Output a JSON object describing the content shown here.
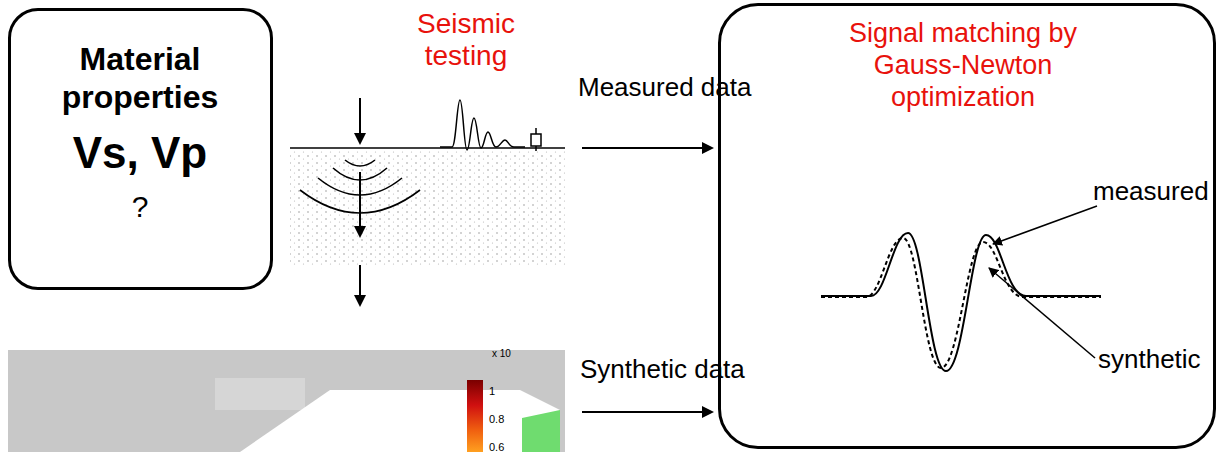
{
  "diagram": {
    "nodes": [
      {
        "text": [
          "Material properties",
          "Vs, Vp",
          "?"
        ]
      },
      {
        "text": [
          "Signal matching by Gauss-Newton optimization",
          "measured",
          "synthetic"
        ]
      }
    ],
    "labels": [
      "Seismic testing",
      "Measured data",
      "Synthetic data",
      "x 10",
      "1",
      "0.8",
      "0.6"
    ]
  }
}
